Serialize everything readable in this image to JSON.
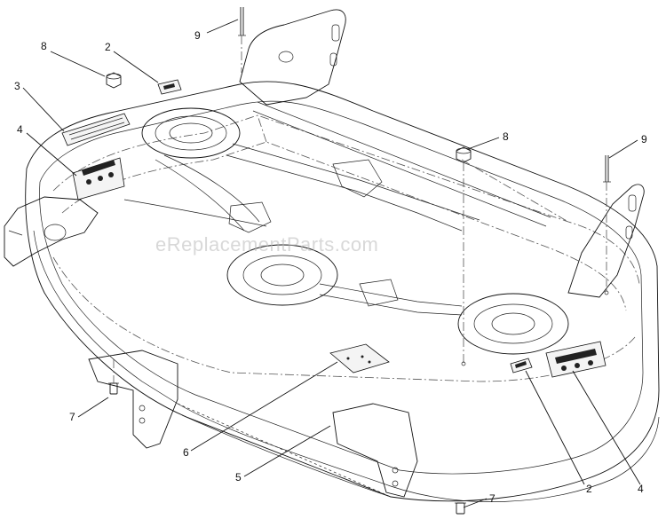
{
  "watermark": "eReplacementParts.com",
  "callouts": [
    {
      "id": "c-8-left",
      "label": "8"
    },
    {
      "id": "c-2-top",
      "label": "2"
    },
    {
      "id": "c-9-top",
      "label": "9"
    },
    {
      "id": "c-3",
      "label": "3"
    },
    {
      "id": "c-4-left",
      "label": "4"
    },
    {
      "id": "c-8-right",
      "label": "8"
    },
    {
      "id": "c-9-right",
      "label": "9"
    },
    {
      "id": "c-7-left",
      "label": "7"
    },
    {
      "id": "c-6",
      "label": "6"
    },
    {
      "id": "c-5",
      "label": "5"
    },
    {
      "id": "c-2-bottom",
      "label": "2"
    },
    {
      "id": "c-4-right",
      "label": "4"
    },
    {
      "id": "c-7-bottom",
      "label": "7"
    }
  ]
}
